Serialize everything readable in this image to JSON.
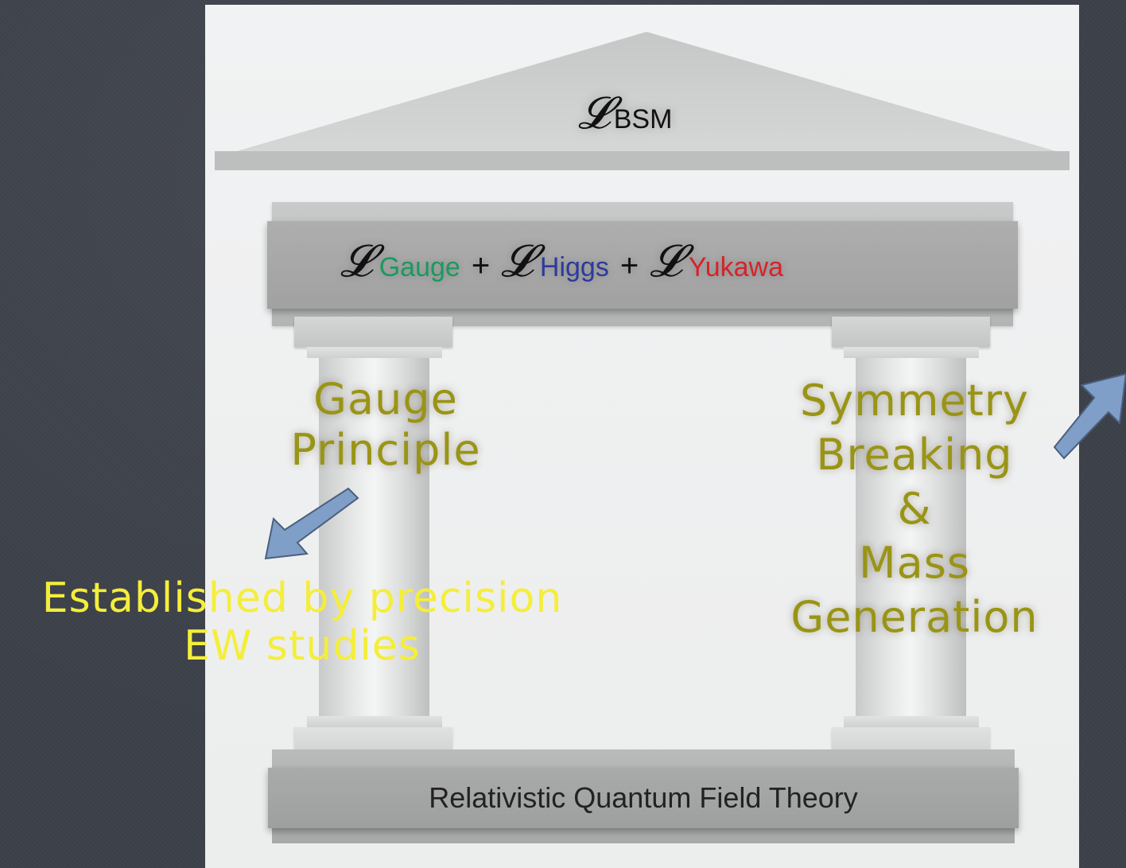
{
  "roof": {
    "symbol": "𝓛",
    "subscript": "BSM"
  },
  "lagrangian": {
    "terms": [
      {
        "symbol": "𝓛",
        "subscript": "Gauge",
        "color": "#1a9a5e"
      },
      {
        "symbol": "𝓛",
        "subscript": "Higgs",
        "color": "#2c3a9e"
      },
      {
        "symbol": "𝓛",
        "subscript": "Yukawa",
        "color": "#d6232a"
      }
    ],
    "operator": "+"
  },
  "left_pillar": {
    "lines": [
      "Gauge",
      "Principle"
    ]
  },
  "right_pillar": {
    "lines": [
      "Symmetry",
      "Breaking",
      "&",
      "Mass",
      "Generation"
    ]
  },
  "foundation": {
    "label": "Relativistic Quantum Field Theory"
  },
  "callout": {
    "lines": [
      "Established by precision",
      "EW studies"
    ]
  },
  "colors": {
    "pillar_text": "#9a9416",
    "callout_text": "#f4ee3a",
    "arrow_fill": "#7f9ec8",
    "background": "#3c4049"
  }
}
